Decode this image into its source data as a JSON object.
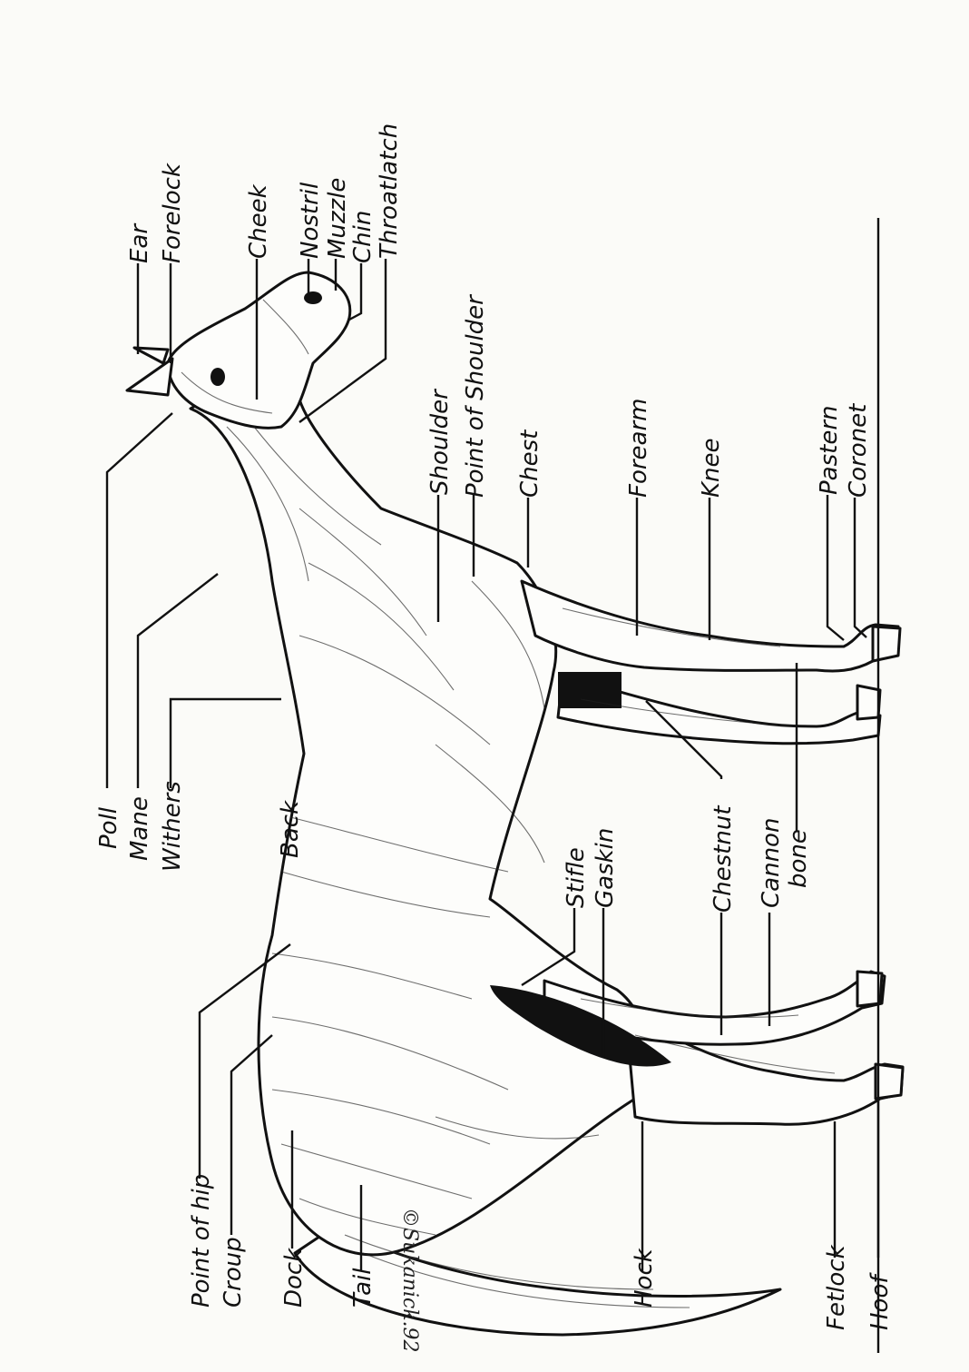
{
  "labels": {
    "ear": "Ear",
    "forelock": "Forelock",
    "cheek": "Cheek",
    "nostril": "Nostril",
    "muzzle": "Muzzle",
    "chin": "Chin",
    "throatlatch": "Throatlatch",
    "poll": "Poll",
    "mane": "Mane",
    "withers": "Withers",
    "back": "Back",
    "shoulder": "Shoulder",
    "point_of_shoulder": "Point of Shoulder",
    "chest": "Chest",
    "forearm": "Forearm",
    "knee": "Knee",
    "pastern": "Pastern",
    "coronet": "Coronet",
    "stifle": "Stifle",
    "gaskin": "Gaskin",
    "chestnut": "Chestnut",
    "cannon": "Cannon",
    "cannon_bone": "bone",
    "point_of_hip": "Point of hip",
    "croup": "Croup",
    "dock": "Dock",
    "tail": "Tail",
    "hock": "Hock",
    "fetlock": "Fetlock",
    "hoof": "Hoof"
  },
  "signature": "©Sukanick.92"
}
